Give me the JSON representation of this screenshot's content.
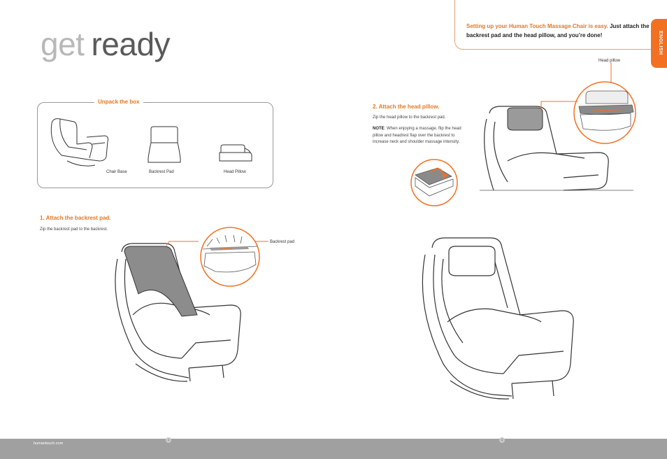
{
  "title": {
    "word1": "get",
    "word2": "ready"
  },
  "intro": {
    "highlight": "Setting up your Human Touch Massage Chair is easy.",
    "rest": " Just attach the backrest pad and the head pillow, and you’re done!"
  },
  "language_tab": "ENGLISH",
  "unpack": {
    "title": "Unpack the box",
    "items": [
      "Chair Base",
      "Backrest Pad",
      "Head Pillow"
    ]
  },
  "step1": {
    "title": "1. Attach the backrest pad.",
    "text": "Zip the backrest pad to the backrest.",
    "callout": "Backrest pad"
  },
  "step2": {
    "title": "2. Attach the head pillow.",
    "text": "Zip the head pillow to the backrest pad.",
    "note_label": "NOTE",
    "note_text": ":  When enjoying a massage, flip the head pillow and headrest flap over the backrest to increase neck and shoulder massage intensity.",
    "callout": "Head pillow"
  },
  "footer": {
    "url": "humantouch.com",
    "page_left": "4",
    "page_right": "5"
  },
  "colors": {
    "accent": "#f37021",
    "footer": "#a0a0a0"
  }
}
